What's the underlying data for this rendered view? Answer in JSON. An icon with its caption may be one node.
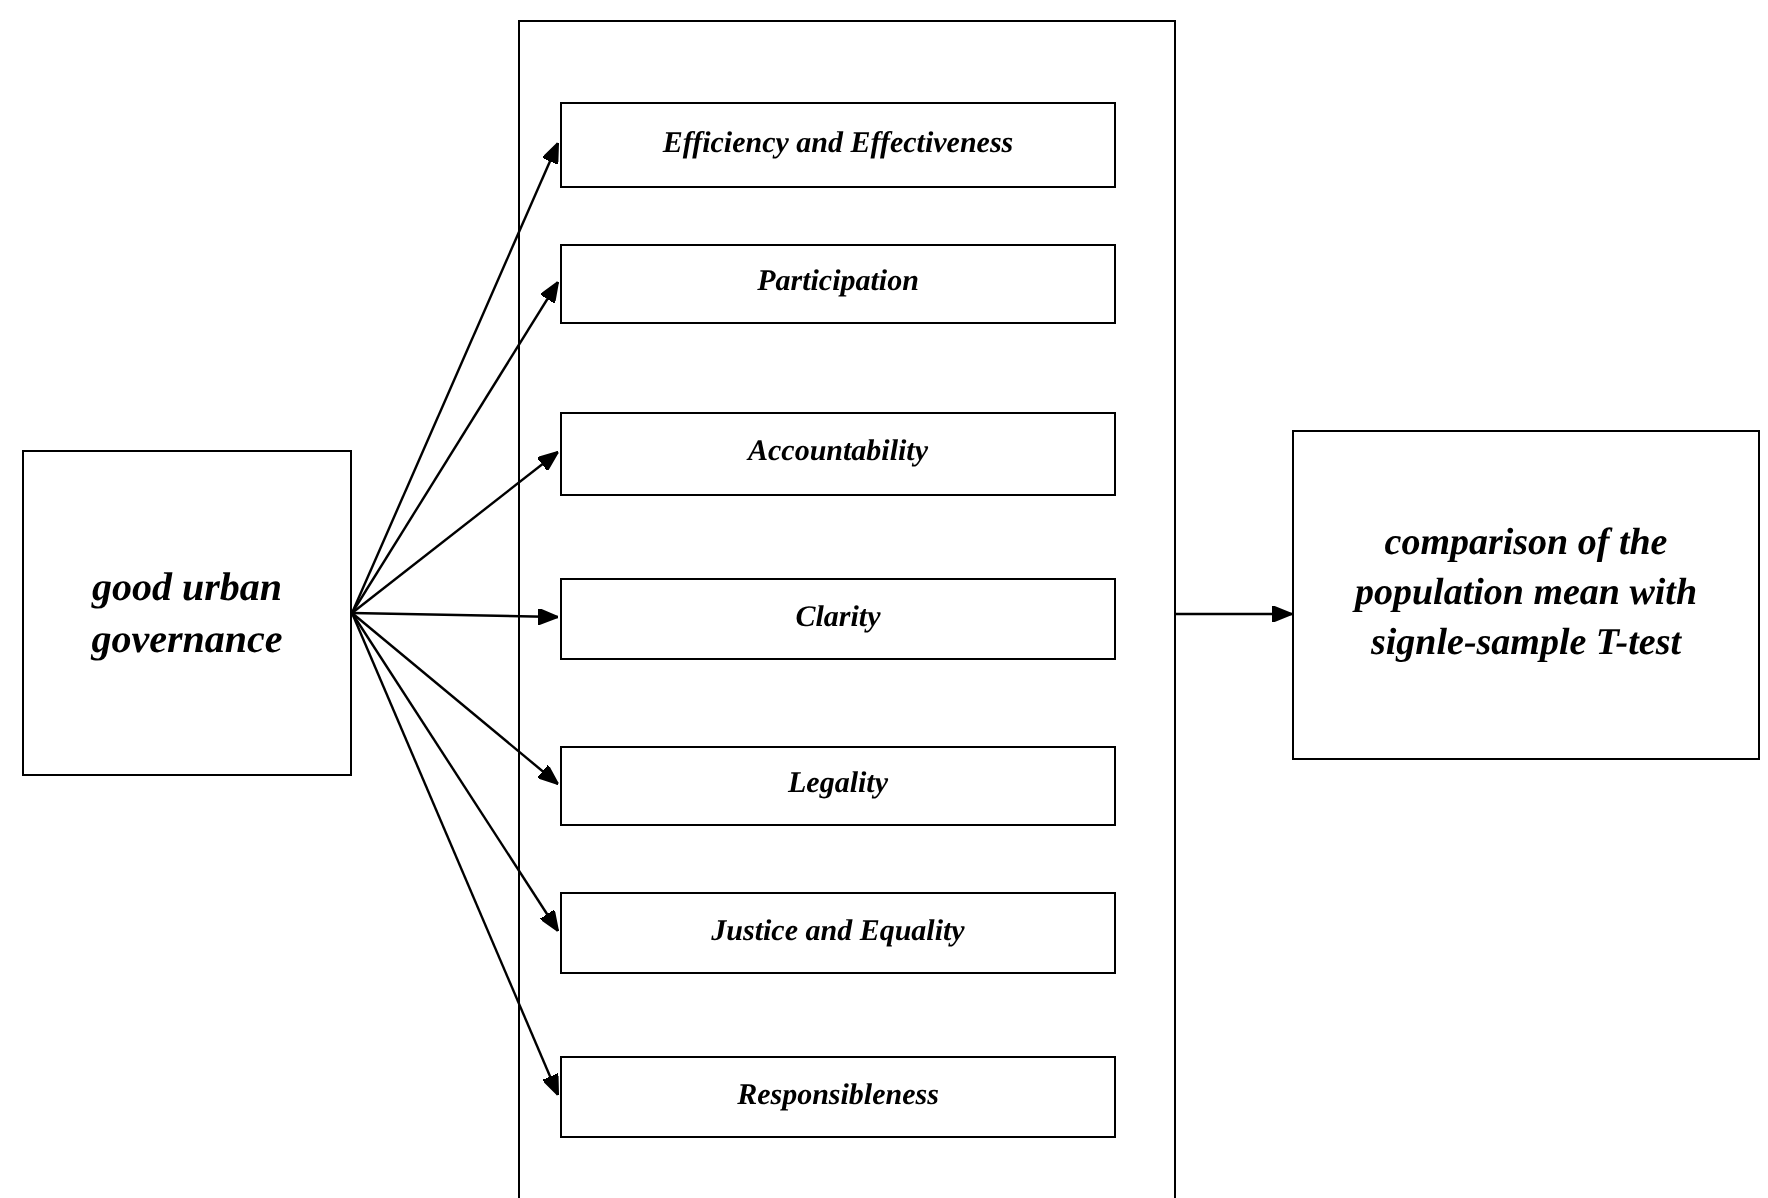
{
  "diagram": {
    "nodes": [
      {
        "text": [
          "good urban governance"
        ]
      },
      {
        "text": [],
        "shape": "box"
      },
      {
        "text": [
          "Efficiency and Effectiveness"
        ],
        "in": 1
      },
      {
        "text": [
          "Participation"
        ],
        "in": 1
      },
      {
        "text": [
          "Accountability"
        ],
        "in": 1
      },
      {
        "text": [
          "Clarity"
        ],
        "in": 1
      },
      {
        "text": [
          "Legality"
        ],
        "in": 1
      },
      {
        "text": [
          "Justice and Equality"
        ],
        "in": 1
      },
      {
        "text": [
          "Responsibleness"
        ],
        "in": 1
      },
      {
        "text": [
          "comparison of the population mean with signle-sample T-test"
        ]
      }
    ],
    "edges": [
      {
        "from": 0,
        "to": 2,
        "arrow": "to"
      },
      {
        "from": 0,
        "to": 3,
        "arrow": "to"
      },
      {
        "from": 0,
        "to": 4,
        "arrow": "to"
      },
      {
        "from": 0,
        "to": 5,
        "arrow": "to"
      },
      {
        "from": 0,
        "to": 6,
        "arrow": "to"
      },
      {
        "from": 0,
        "to": 7,
        "arrow": "to"
      },
      {
        "from": 0,
        "to": 8,
        "arrow": "to"
      },
      {
        "from": 1,
        "to": 9,
        "arrow": "to"
      }
    ]
  }
}
